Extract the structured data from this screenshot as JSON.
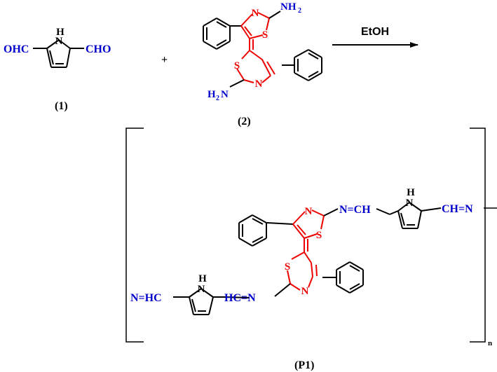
{
  "colors": {
    "bond": "#000000",
    "heteroatom_blue": "#0000cc",
    "thiazole_red": "#ee0000"
  },
  "reactant1": {
    "label": "(1)",
    "left_group": "OHC",
    "right_group": "CHO",
    "nh_n": "N",
    "nh_h": "H"
  },
  "plus": "+",
  "reactant2": {
    "label": "(2)",
    "nh2_top_main": "NH",
    "nh2_top_sub": "2",
    "nh2_bot_h": "H",
    "nh2_bot_sub": "2",
    "nh2_bot_n": "N",
    "n_atom": "N",
    "s_atom": "S"
  },
  "arrow": {
    "reagent": "EtOH"
  },
  "product": {
    "label": "(P1)",
    "repeat_subscript": "n",
    "imine_top": "N=CH",
    "imine_right": "CH=N",
    "imine_left": "N=HC",
    "imine_mid": "HC=N",
    "n_atom": "N",
    "s_atom": "S",
    "h_atom": "H"
  }
}
